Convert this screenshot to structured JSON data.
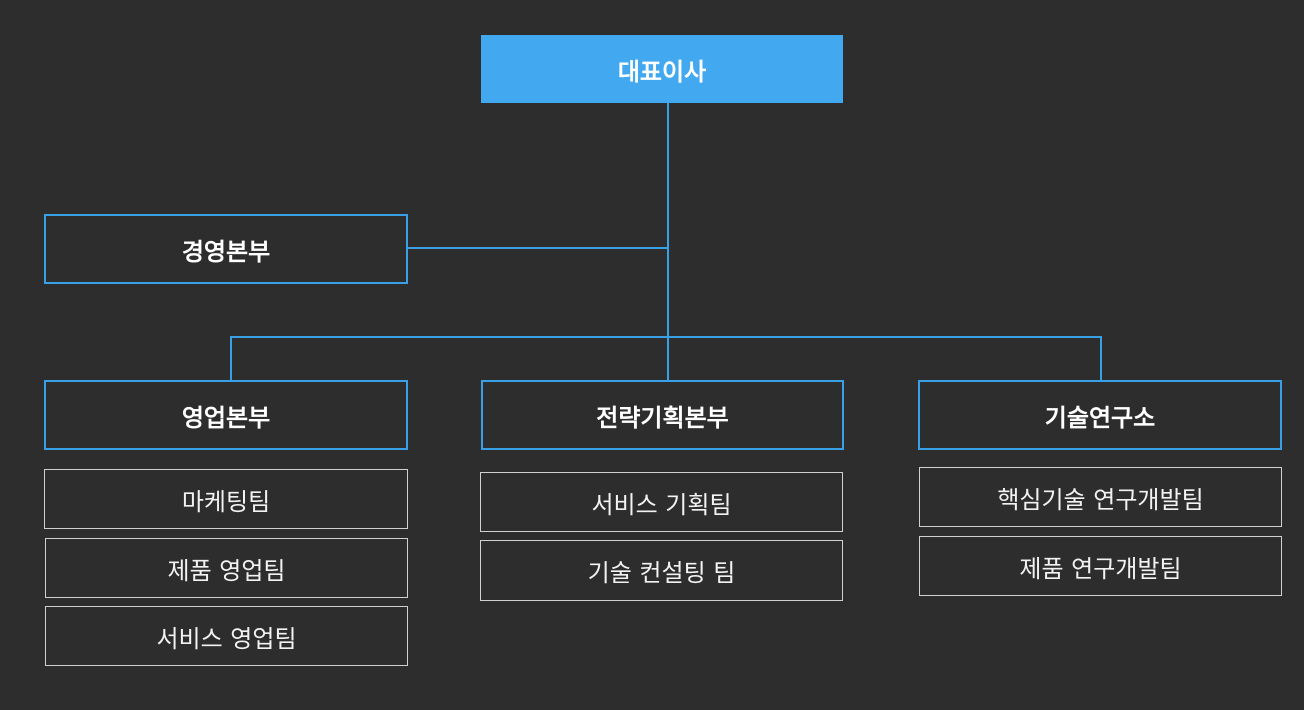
{
  "colors": {
    "background": "#2d2d2d",
    "ceo_fill": "#42a8f0",
    "accent_line": "#3aa0e6",
    "team_border": "#d0d0d0",
    "text": "#ffffff"
  },
  "ceo": {
    "label": "대표이사"
  },
  "management": {
    "label": "경영본부"
  },
  "departments": [
    {
      "label": "영업본부",
      "teams": [
        "마케팅팀",
        "제품 영업팀",
        "서비스 영업팀"
      ]
    },
    {
      "label": "전략기획본부",
      "teams": [
        "서비스 기획팀",
        "기술 컨설팅 팀"
      ]
    },
    {
      "label": "기술연구소",
      "teams": [
        "핵심기술 연구개발팀",
        "제품 연구개발팀"
      ]
    }
  ]
}
